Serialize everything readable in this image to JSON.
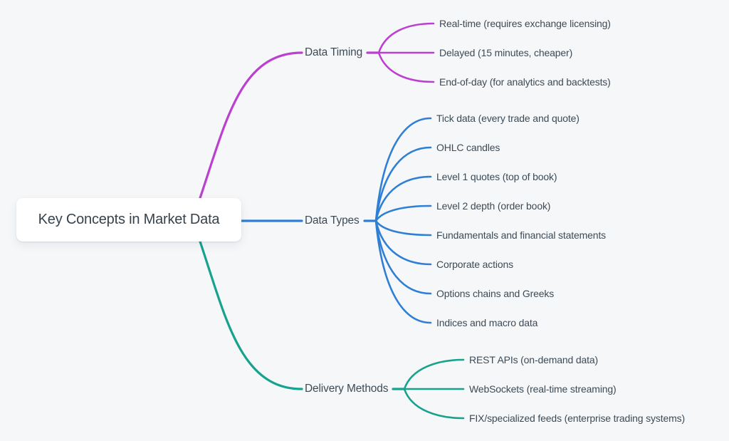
{
  "diagram": {
    "background": "#f5f7f9",
    "text_color": "#3d4b57",
    "root": {
      "label": "Key Concepts in Market Data"
    },
    "branches": [
      {
        "label": "Data Timing",
        "color": "#bc40cf",
        "children": [
          "Real-time (requires exchange licensing)",
          "Delayed (15 minutes, cheaper)",
          "End-of-day (for analytics and backtests)"
        ]
      },
      {
        "label": "Data Types",
        "color": "#2f7fd4",
        "children": [
          "Tick data (every trade and quote)",
          "OHLC candles",
          "Level 1 quotes (top of book)",
          "Level 2 depth (order book)",
          "Fundamentals and financial statements",
          "Corporate actions",
          "Options chains and Greeks",
          "Indices and macro data"
        ]
      },
      {
        "label": "Delivery Methods",
        "color": "#17a28d",
        "children": [
          "REST APIs (on-demand data)",
          "WebSockets (real-time streaming)",
          "FIX/specialized feeds (enterprise trading systems)"
        ]
      }
    ]
  }
}
